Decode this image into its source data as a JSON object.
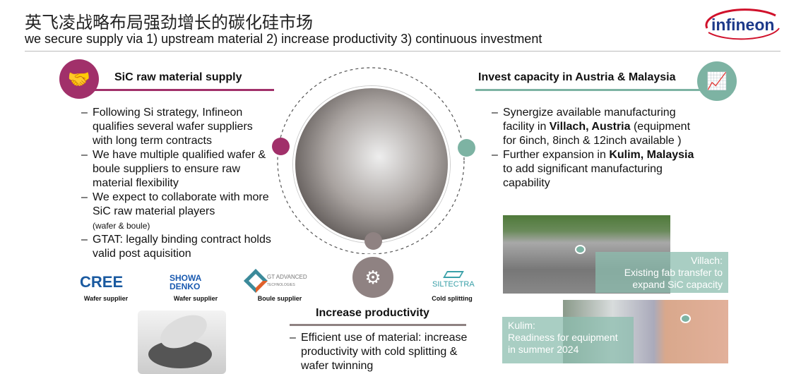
{
  "header": {
    "title": "英飞凌战略布局强劲增长的碳化硅市场",
    "subtitle": "we secure supply via 1) upstream material 2) increase productivity 3) continuous investment",
    "logo": "infineon"
  },
  "colors": {
    "magenta": "#a1306a",
    "teal": "#7db3a3",
    "gray": "#8f8282"
  },
  "left": {
    "heading": "SiC raw material supply",
    "bullets": [
      {
        "text": "Following Si strategy, Infineon qualifies several wafer suppliers with long term contracts"
      },
      {
        "text": "We have multiple qualified wafer &  boule suppliers to ensure raw material flexibility"
      },
      {
        "text": "We expect to collaborate with more SiC raw material players",
        "note": "(wafer & boule)"
      },
      {
        "text": "GTAT: legally binding contract holds valid post aquisition"
      }
    ],
    "suppliers": [
      {
        "logo": "CREE",
        "caption": "Wafer supplier"
      },
      {
        "logo": "SHOWA DENKO",
        "caption": "Wafer supplier"
      },
      {
        "logo": "GT ADVANCED",
        "logo_sub": "TECHNOLOGIES",
        "caption": "Boule supplier"
      },
      {
        "logo": "SILTECTRA",
        "caption": "Cold splitting"
      }
    ]
  },
  "right": {
    "heading": "Invest capacity in Austria & Malaysia",
    "b1": {
      "a": "Synergize available manufacturing facility in ",
      "bold": "Villach, Austria",
      "c": " (equipment for 6inch, 8inch & 12inch available )"
    },
    "b2": {
      "a": "Further expansion in ",
      "bold": "Kulim, Malaysia",
      "c": " to add significant manufacturing capability"
    },
    "villach": {
      "title": "Villach:",
      "l1": "Existing fab  transfer to",
      "l2": "expand SiC capacity"
    },
    "kulim": {
      "title": "Kulim:",
      "l1": "Readiness for equipment",
      "l2": "in summer 2024"
    }
  },
  "center": {
    "heading": "Increase productivity",
    "bullet": "Efficient use of material: increase productivity with cold splitting & wafer twinning"
  }
}
